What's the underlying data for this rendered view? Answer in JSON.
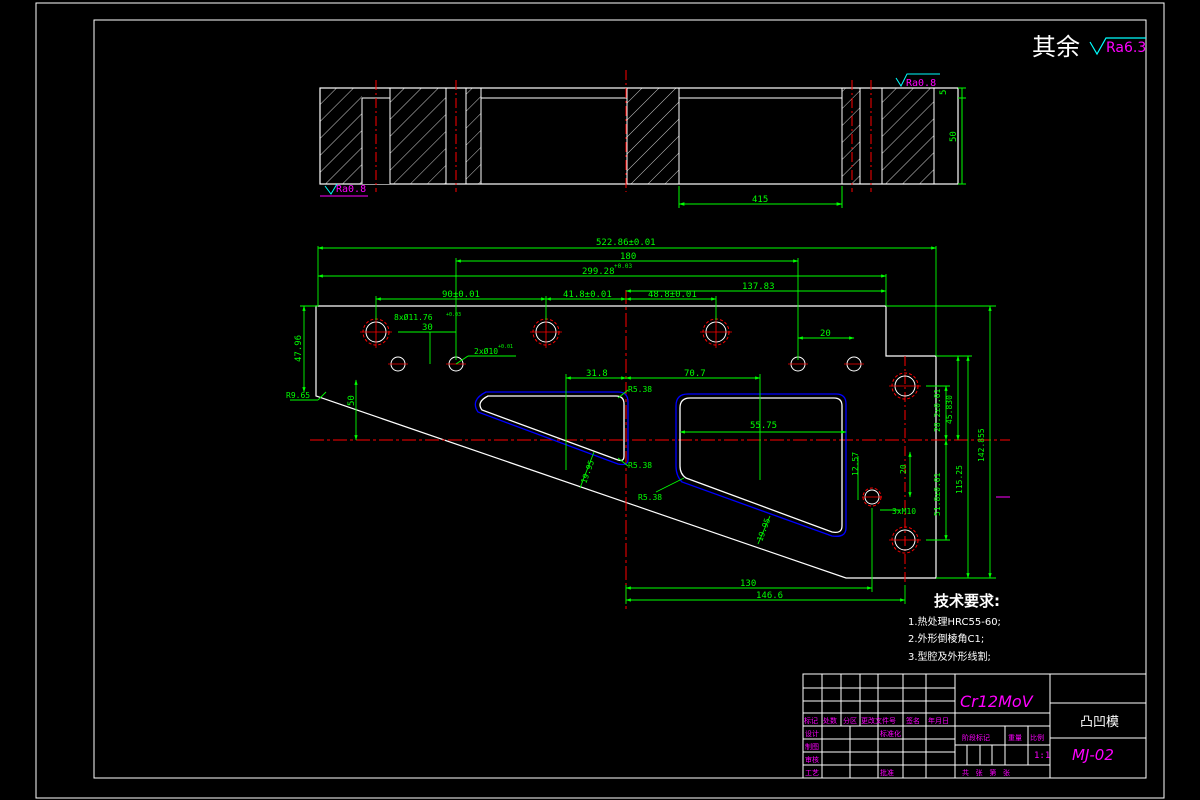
{
  "colors": {
    "background": "#000000",
    "outline": "#ffffff",
    "dimension": "#00ff00",
    "centerline": "#ff0000",
    "annotation": "#ff00ff",
    "hatch": "#ffff00",
    "pocket": "#0000ff",
    "cyan": "#00ffff"
  },
  "header": {
    "other_roughness_label": "其余",
    "other_roughness_value": "Ra6.3"
  },
  "section_view": {
    "roughness_top": "Ra0.8",
    "roughness_bottom": "Ra0.8",
    "dim_thickness_small": "5",
    "dim_height": "50",
    "dim_length": "415"
  },
  "plan_view": {
    "dims": {
      "overall": "522.86±0.01",
      "d180": "180",
      "d299": "299.28",
      "d299_tol": "+0.03",
      "d90": "90±0.01",
      "d41": "41.8±0.01",
      "d48": "48.8±0.01",
      "d137": "137.83",
      "hole_dia": "8xØ11.76",
      "hole_tol": "+0.03",
      "d30": "30",
      "d20top": "20",
      "pin_dia": "2xØ10",
      "pin_tol": "+0.01",
      "d47": "47.96",
      "r9": "R9.65",
      "d50": "50",
      "d31": "31.8",
      "r5a": "R5.38",
      "d70": "70.7",
      "d55": "55.75",
      "r5b": "R5.38",
      "d19a": "19.95",
      "r5c": "R5.38",
      "d19b": "19.95",
      "d12": "12.57",
      "d20r": "20",
      "m10": "3xM10",
      "d28": "28.2±0.01",
      "d45": "45.830",
      "d51": "51.8±0.01",
      "d115": "115.25",
      "d142": "142.855",
      "d130": "130",
      "d146": "146.6"
    }
  },
  "technical_requirements": {
    "title": "技术要求:",
    "items": [
      "1.热处理HRC55-60;",
      "2.外形倒棱角C1;",
      "3.型腔及外形线割;"
    ]
  },
  "title_block": {
    "material": "Cr12MoV",
    "part_name": "凸凹模",
    "drawing_no": "MJ-02",
    "scale": "1:1",
    "header_cells": [
      "标记",
      "处数",
      "分区",
      "更改文件号",
      "签名",
      "年月日"
    ],
    "rows": [
      "设计",
      "制图",
      "审核",
      "工艺"
    ],
    "standardization": "标准化",
    "approve": "批准",
    "stage_mark": "阶段标记",
    "weight": "重量",
    "ratio": "比例",
    "sheet": "共   张   第   张"
  }
}
